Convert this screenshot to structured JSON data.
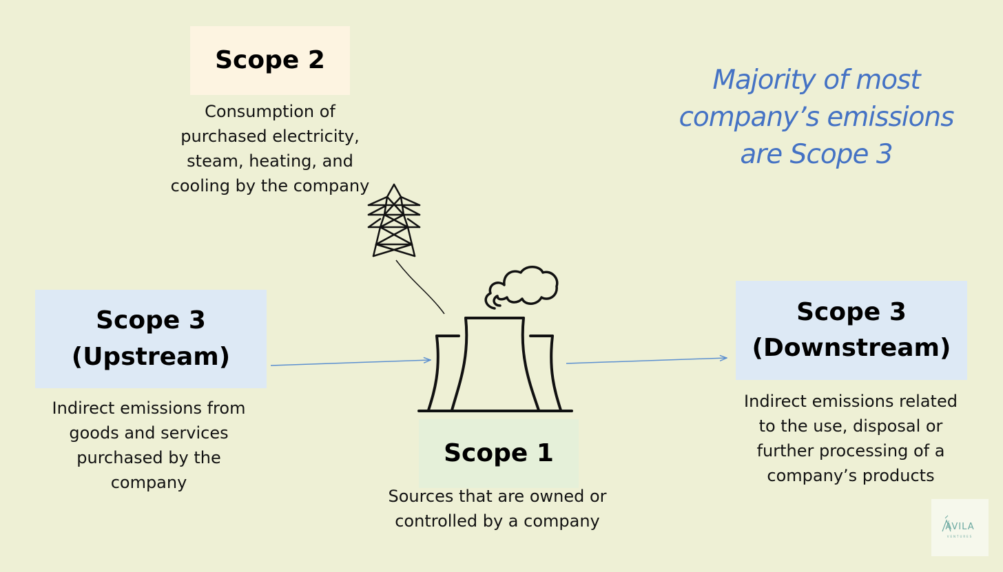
{
  "colors": {
    "background": "#eef0d5",
    "scope2_fill": "#fdf4e1",
    "scope3_fill": "#dde9f5",
    "scope1_fill": "#e5f0d9",
    "arrow": "#5b8fd0",
    "callout_text": "#4472c4",
    "logo": "#6aa8a0"
  },
  "scope2": {
    "title": "Scope 2",
    "description": [
      "Consumption of",
      "purchased electricity,",
      "steam, heating, and",
      "cooling by the company"
    ]
  },
  "scope3_upstream": {
    "title_line1": "Scope 3",
    "title_line2": "(Upstream)",
    "description": [
      "Indirect emissions from",
      "goods and services",
      "purchased by the",
      "company"
    ]
  },
  "scope3_downstream": {
    "title_line1": "Scope 3",
    "title_line2": "(Downstream)",
    "description": [
      "Indirect emissions related",
      "to the use, disposal or",
      "further processing of a",
      "company’s products"
    ]
  },
  "scope1": {
    "title": "Scope 1",
    "description": [
      "Sources that are owned or",
      "controlled by a company"
    ]
  },
  "callout": {
    "lines": [
      "Majority of most",
      "company’s emissions",
      "are Scope 3"
    ]
  },
  "icons": {
    "tower": "transmission-tower-icon",
    "plant": "cooling-tower-plant-icon",
    "smoke": "smoke-cloud-icon"
  },
  "logo": {
    "name": "ÁVILA",
    "tagline": "VENTURES"
  }
}
